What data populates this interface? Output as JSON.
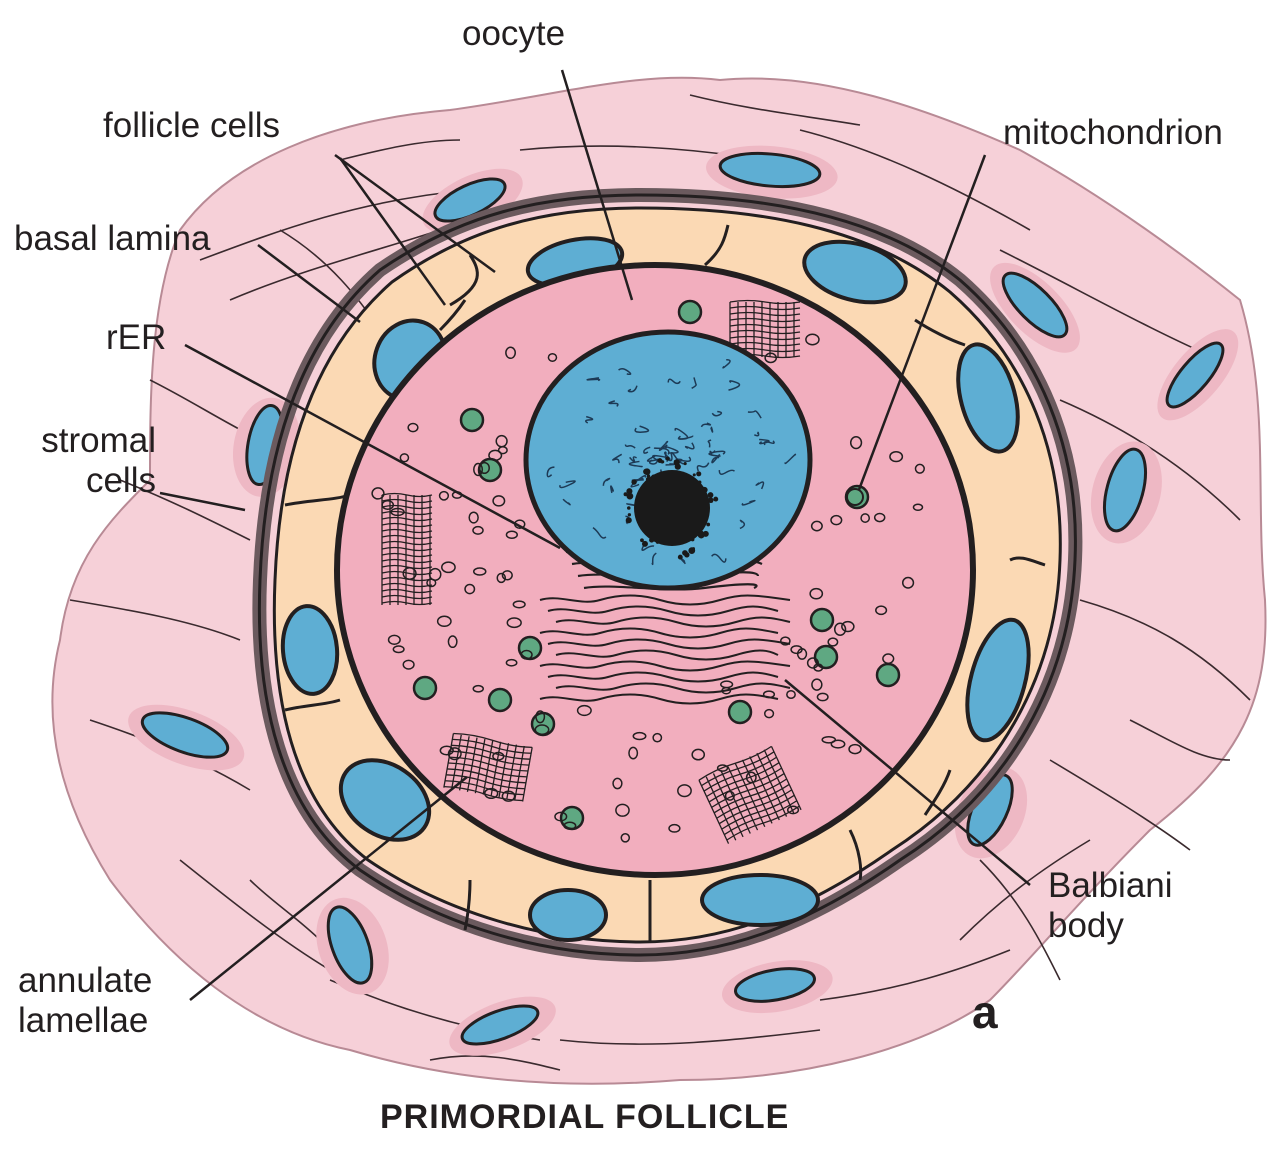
{
  "diagram": {
    "title": "PRIMORDIAL FOLLICLE",
    "panel_letter": "a",
    "labels": {
      "oocyte": "oocyte",
      "follicle_cells": "follicle cells",
      "mitochondrion": "mitochondrion",
      "basal_lamina": "basal lamina",
      "rer": "rER",
      "stromal_cells": "stromal\ncells",
      "balbiani_body": "Balbiani\nbody",
      "annulate_lamellae": "annulate\nlamellae"
    },
    "colors": {
      "stroma": "#f6d0d8",
      "stroma_fiber": "#3a2a2e",
      "basal_lamina": "#6b5a5e",
      "follicle_cell": "#fbd9b4",
      "ooplasm": "#f2aebe",
      "nucleus": "#5eaed3",
      "nucleolus": "#1a1a1a",
      "mitochondrion": "#5fa882",
      "line": "#231f20"
    }
  }
}
